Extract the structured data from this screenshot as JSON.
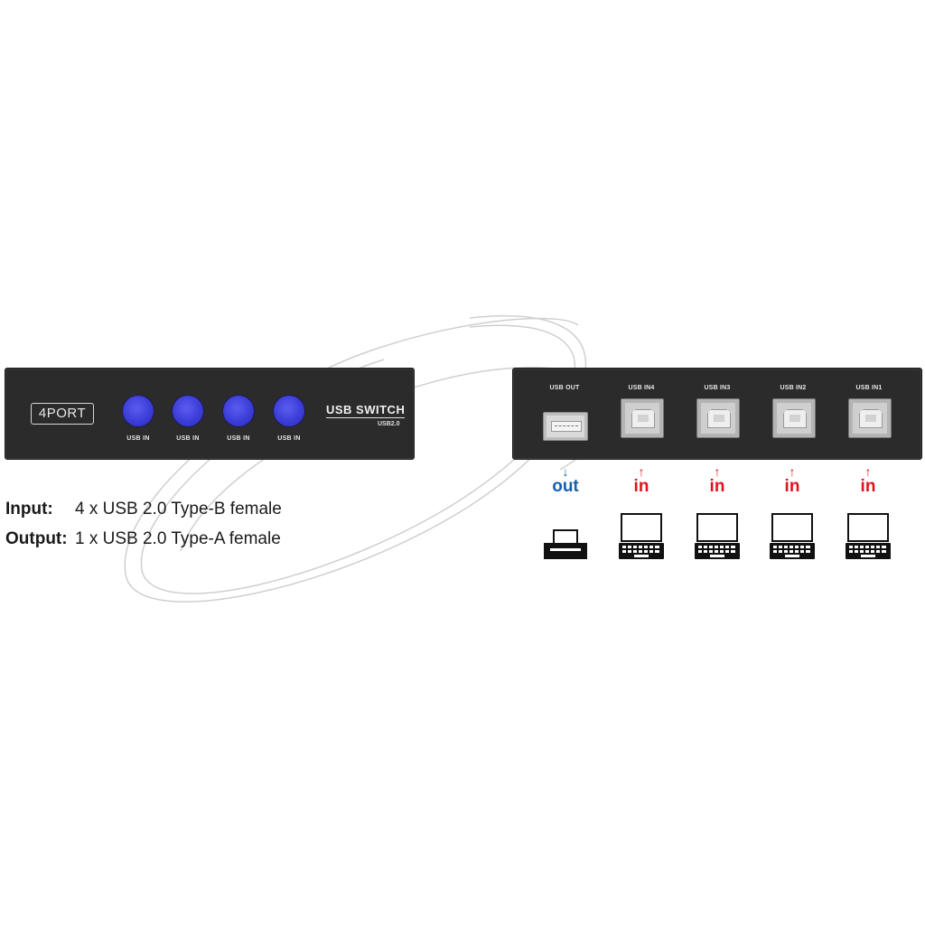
{
  "front_panel": {
    "badge": "4PORT",
    "buttons": [
      {
        "label": "USB IN"
      },
      {
        "label": "USB IN"
      },
      {
        "label": "USB IN"
      },
      {
        "label": "USB IN"
      }
    ],
    "title": "USB SWITCH",
    "version": "USB2.0",
    "button_color": "#3b3dd8"
  },
  "back_panel": {
    "ports": [
      {
        "label": "USB OUT",
        "type": "type-a",
        "direction": "out",
        "device": "printer-icon"
      },
      {
        "label": "USB IN4",
        "type": "type-b",
        "direction": "in",
        "device": "laptop-icon"
      },
      {
        "label": "USB IN3",
        "type": "type-b",
        "direction": "in",
        "device": "laptop-icon"
      },
      {
        "label": "USB IN2",
        "type": "type-b",
        "direction": "in",
        "device": "laptop-icon"
      },
      {
        "label": "USB IN1",
        "type": "type-b",
        "direction": "in",
        "device": "laptop-icon"
      }
    ],
    "out_word": "out",
    "in_word": "in",
    "out_color": "#1560b0",
    "in_color": "#e0141e"
  },
  "specs": {
    "input_label": "Input:",
    "input_value": "4 x USB 2.0 Type-B female",
    "output_label": "Output:",
    "output_value": "1 x USB 2.0 Type-A female"
  }
}
